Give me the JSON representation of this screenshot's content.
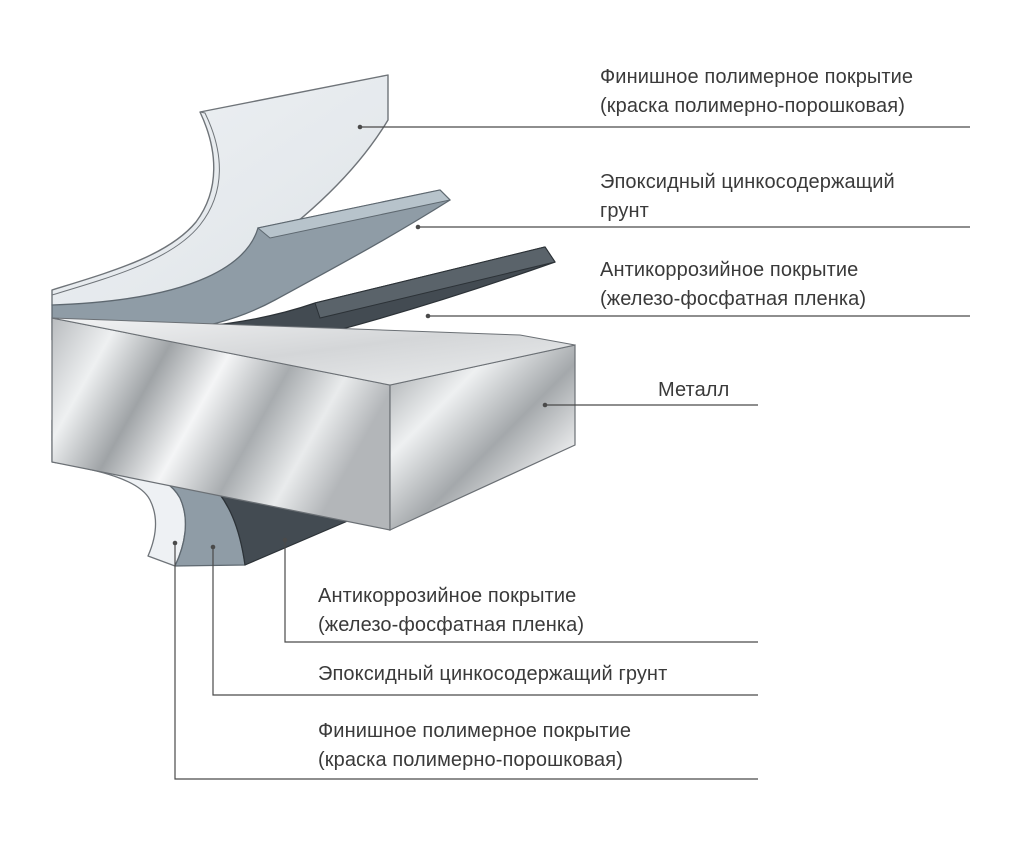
{
  "labels": {
    "top_finish": {
      "line1": "Финишное полимерное покрытие",
      "line2": "(краска полимерно-порошковая)"
    },
    "top_primer": {
      "line1": "Эпоксидный цинкосодержащий",
      "line2": "грунт"
    },
    "top_anticorrosion": {
      "line1": "Антикоррозийное покрытие",
      "line2": "(железо-фосфатная пленка)"
    },
    "metal": "Металл",
    "bottom_anticorrosion": {
      "line1": "Антикоррозийное покрытие",
      "line2": "(железо-фосфатная пленка)"
    },
    "bottom_primer": "Эпоксидный цинкосодержащий грунт",
    "bottom_finish": {
      "line1": "Финишное полимерное покрытие",
      "line2": "(краска полимерно-порошковая)"
    }
  },
  "colors": {
    "finish_coat": "#e6eaee",
    "primer": "#8e9ca6",
    "anticorrosion_film": "#414a51",
    "metal": "#c8cacc",
    "leader_line": "#4a4a4a"
  }
}
